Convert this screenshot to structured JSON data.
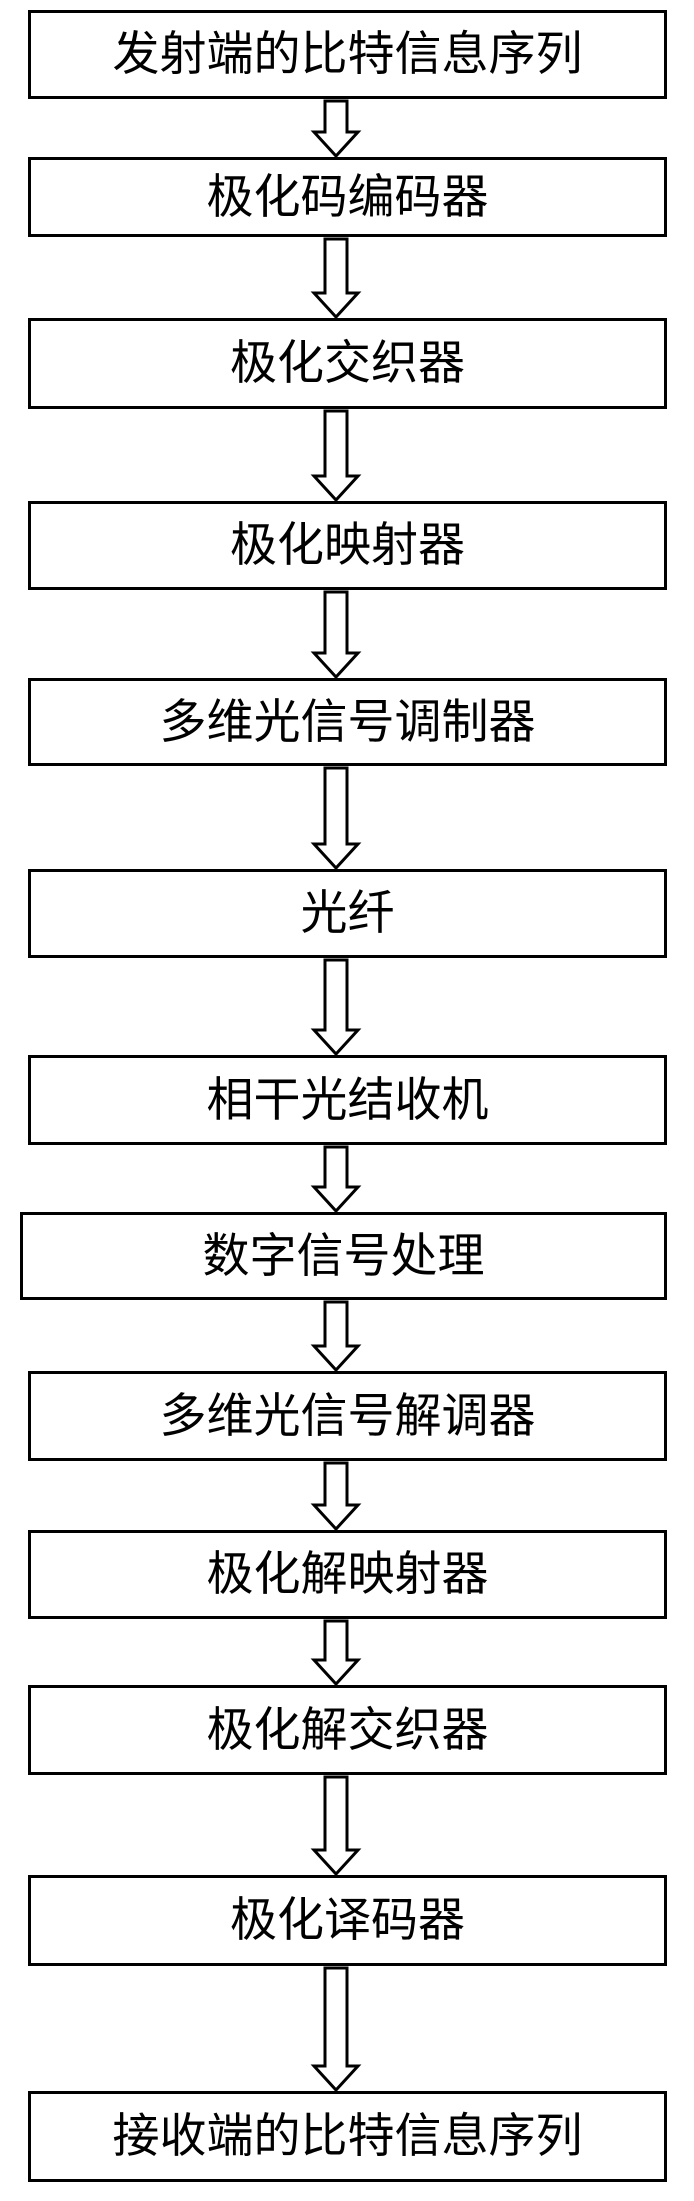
{
  "steps": [
    {
      "label": "发射端的比特信息序列"
    },
    {
      "label": "极化码编码器"
    },
    {
      "label": "极化交织器"
    },
    {
      "label": "极化映射器"
    },
    {
      "label": "多维光信号调制器"
    },
    {
      "label": "光纤"
    },
    {
      "label": "相干光结收机"
    },
    {
      "label": "数字信号处理"
    },
    {
      "label": "多维光信号解调器"
    },
    {
      "label": "极化解映射器"
    },
    {
      "label": "极化解交织器"
    },
    {
      "label": "极化译码器"
    },
    {
      "label": "接收端的比特信息序列"
    }
  ]
}
